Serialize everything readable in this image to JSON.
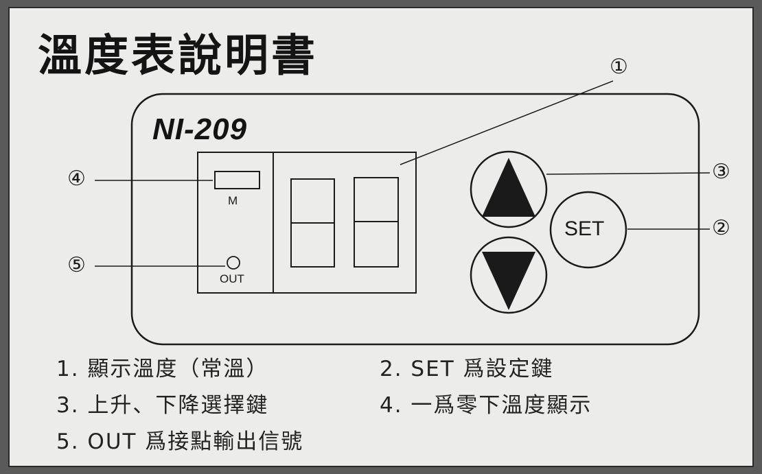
{
  "title": "溫度表說明書",
  "device": {
    "model": "NI-209",
    "indicator_m_label": "M",
    "indicator_out_label": "OUT",
    "set_button_label": "SET"
  },
  "callouts": [
    "①",
    "②",
    "③",
    "④",
    "⑤"
  ],
  "legend": [
    "1. 顯示溫度（常溫）",
    "2. SET 爲設定鍵",
    "3. 上升、下降選擇鍵",
    "4. 一爲零下溫度顯示",
    "5. OUT 爲接點輸出信號"
  ]
}
